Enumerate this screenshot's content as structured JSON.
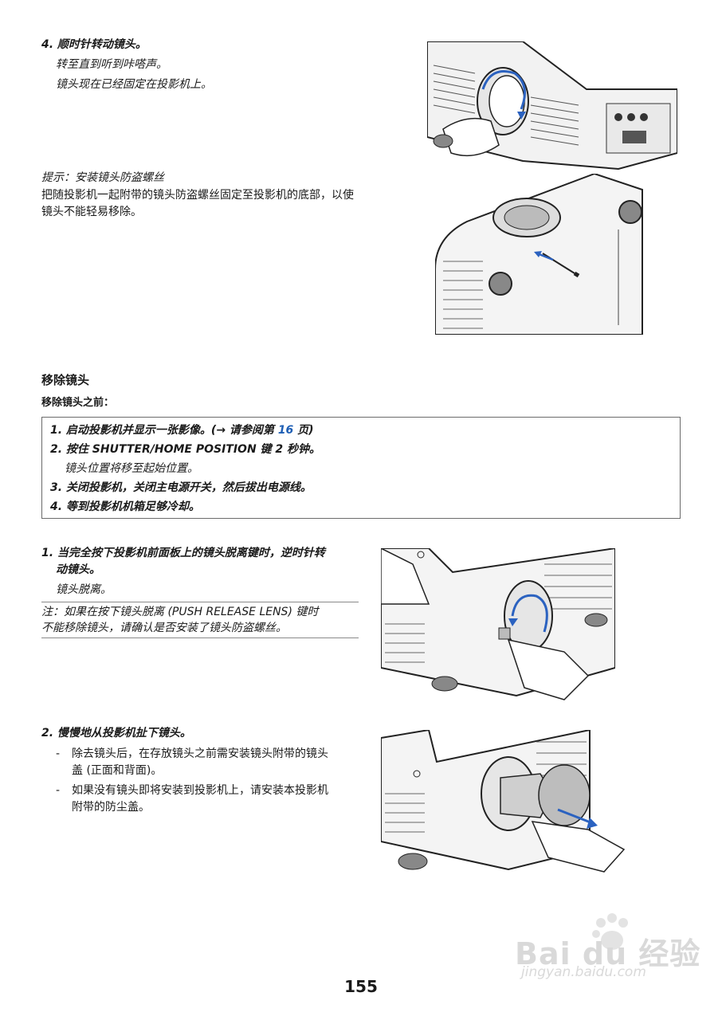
{
  "step4": {
    "title": "4. 顺时针转动镜头。",
    "line1": "转至直到听到咔嗒声。",
    "line2": "镜头现在已经固定在投影机上。"
  },
  "tip": {
    "title": "提示：安装镜头防盗螺丝",
    "line1": "把随投影机一起附带的镜头防盗螺丝固定至投影机的底部，以使",
    "line2": "镜头不能轻易移除。"
  },
  "section": {
    "title": "移除镜头",
    "subtitle": "移除镜头之前："
  },
  "prereq": {
    "item1_text": "1. 启动投影机并显示一张影像。(→ 请参阅第 ",
    "item1_link": "16",
    "item1_end": " 页)",
    "item2": "2. 按住 SHUTTER/HOME POSITION 键 2 秒钟。",
    "item2_sub": "镜头位置将移至起始位置。",
    "item3": "3. 关闭投影机，关闭主电源开关，然后拔出电源线。",
    "item4": "4. 等到投影机机箱足够冷却。"
  },
  "remove1": {
    "title_line1": "1. 当完全按下投影机前面板上的镜头脱离键时，逆时针转",
    "title_line2": "动镜头。",
    "body": "镜头脱离。",
    "note_line1": "注：如果在按下镜头脱离 (PUSH RELEASE LENS) 键时",
    "note_line2": "不能移除镜头，请确认是否安装了镜头防盗螺丝。"
  },
  "remove2": {
    "title": "2. 慢慢地从投影机扯下镜头。",
    "bullet1_line1": "除去镜头后，在存放镜头之前需安装镜头附带的镜头",
    "bullet1_line2": "盖 (正面和背面)。",
    "bullet2_line1": "如果没有镜头即将安装到投影机上，请安装本投影机",
    "bullet2_line2": "附带的防尘盖。",
    "dash": "-"
  },
  "page_number": "155",
  "watermark": {
    "brand": "Bai du 经验",
    "url": "jingyan.baidu.com"
  },
  "colors": {
    "link": "#1f5fb5",
    "arrow": "#2b62c0"
  }
}
